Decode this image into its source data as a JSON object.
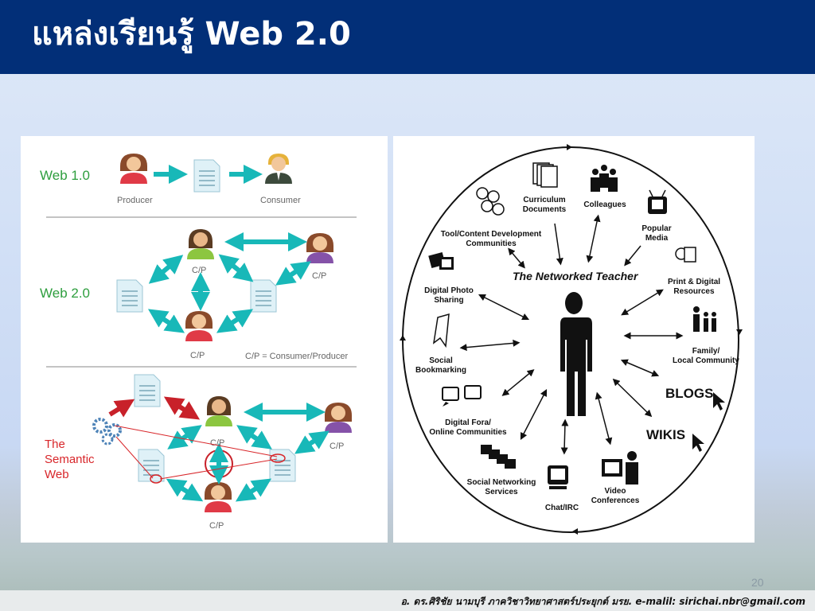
{
  "title": {
    "text": "แหล่งเรียนรู้ Web 2.0"
  },
  "left_figure": {
    "web10_label": "Web 1.0",
    "producer": "Producer",
    "consumer": "Consumer",
    "web20_label": "Web 2.0",
    "cp": "C/P",
    "legend": "C/P = Consumer/Producer",
    "semantic_line1": "The",
    "semantic_line2": "Semantic",
    "semantic_line3": "Web",
    "colors": {
      "teal": "#18b8b8",
      "web_label": "#2e9e3e",
      "semantic": "#d8262a"
    }
  },
  "right_figure": {
    "center_title": "The Networked Teacher",
    "nodes": {
      "curriculum": [
        "Curriculum",
        "Documents"
      ],
      "colleagues": [
        "Colleagues"
      ],
      "popular_media": [
        "Popular",
        "Media"
      ],
      "tool_content": [
        "Tool/Content Development",
        "Communities"
      ],
      "print_digital": [
        "Print & Digital",
        "Resources"
      ],
      "digital_photo": [
        "Digital Photo",
        "Sharing"
      ],
      "family": [
        "Family/",
        "Local Community"
      ],
      "social_bookmarking": [
        "Social",
        "Bookmarking"
      ],
      "blogs": "BLOGS",
      "digital_fora": [
        "Digital Fora/",
        "Online Communities"
      ],
      "wikis": "WIKIS",
      "social_networking": [
        "Social Networking",
        "Services"
      ],
      "video_conf": [
        "Video",
        "Conferences"
      ],
      "chat": [
        "Chat/IRC"
      ]
    }
  },
  "page_number": "20",
  "footer": {
    "text": "อ. ดร.ศิริชัย นามบุรี  ภาควิชาวิทยาศาสตร์ประยุกต์  มรย.  e-malil: sirichai.nbr@gmail.com"
  }
}
